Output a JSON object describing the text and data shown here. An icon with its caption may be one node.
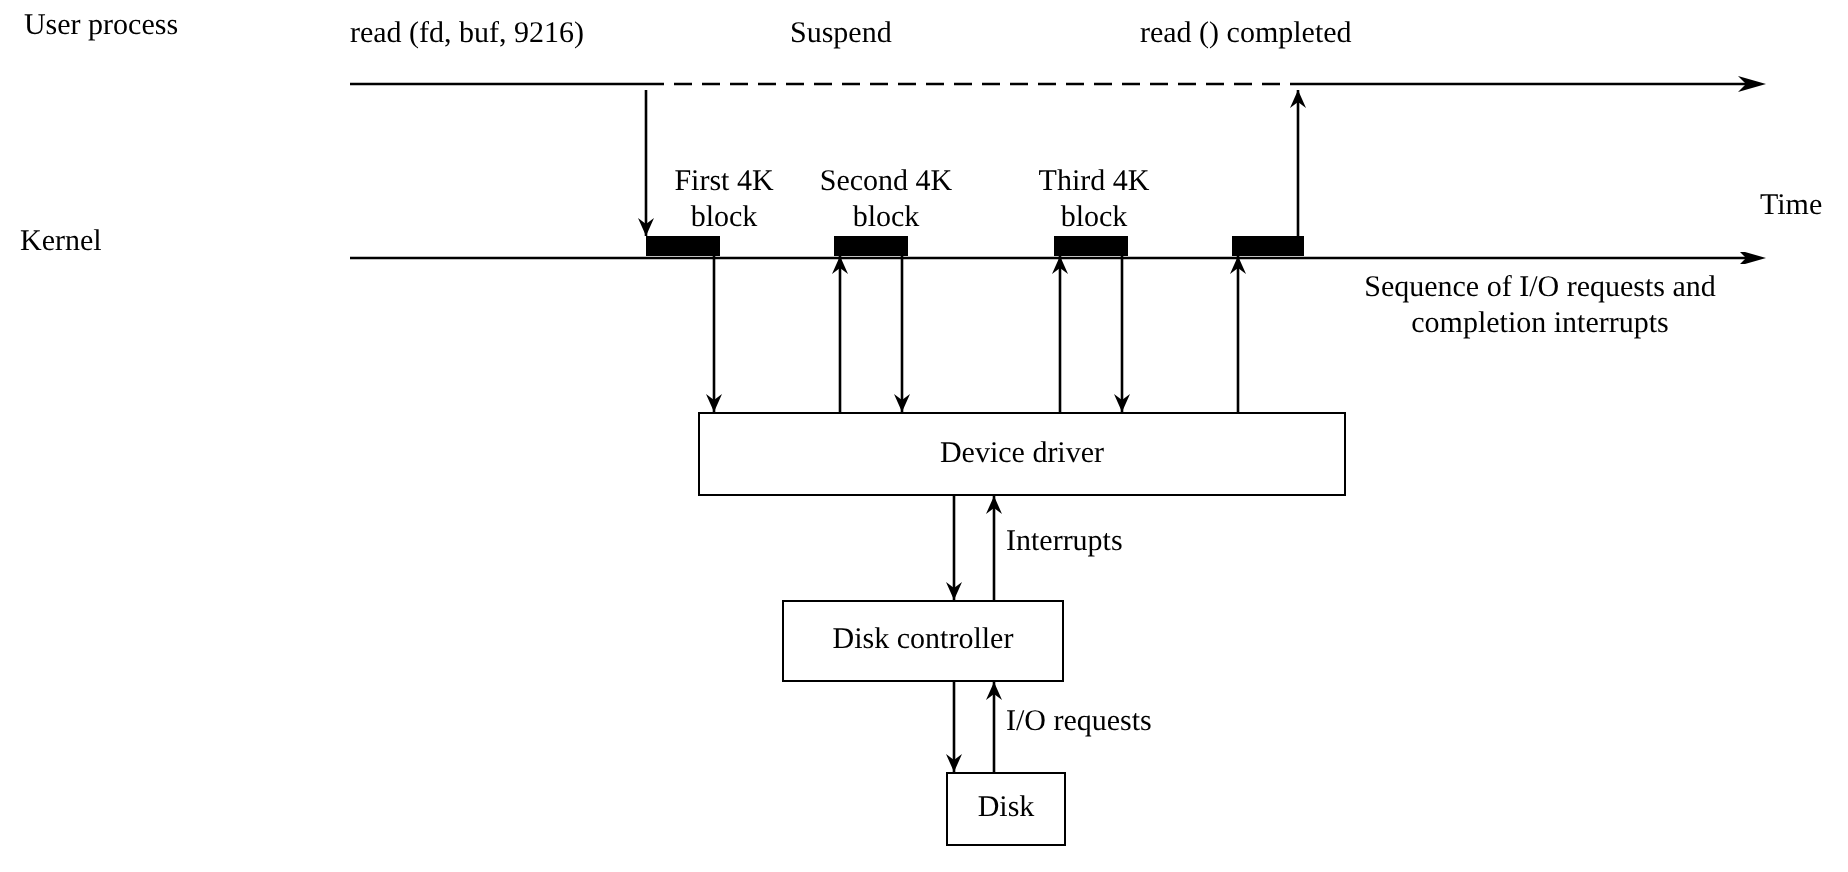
{
  "diagram": {
    "nodes": [
      {
        "text": [],
        "shape": "line"
      },
      {
        "text": [],
        "shape": "line"
      },
      {
        "text": [],
        "shape": "bar",
        "beside": [
          "First 4K block"
        ]
      },
      {
        "text": [],
        "shape": "bar",
        "beside": [
          "Second 4K block"
        ]
      },
      {
        "text": [],
        "shape": "bar",
        "beside": [
          "Third 4K block"
        ]
      },
      {
        "text": [],
        "shape": "bar"
      },
      {
        "text": [
          "Device driver"
        ]
      },
      {
        "text": [
          "Disk controller"
        ]
      },
      {
        "text": [
          "Disk"
        ]
      }
    ],
    "edges": [
      {
        "from": 0,
        "to": 2,
        "arrow": "to"
      },
      {
        "from": 2,
        "to": 6,
        "arrow": "to"
      },
      {
        "from": 6,
        "to": 3,
        "arrow": "to"
      },
      {
        "from": 3,
        "to": 6,
        "arrow": "to"
      },
      {
        "from": 6,
        "to": 4,
        "arrow": "to"
      },
      {
        "from": 4,
        "to": 6,
        "arrow": "to"
      },
      {
        "from": 6,
        "to": 5,
        "arrow": "to"
      },
      {
        "from": 5,
        "to": 0,
        "arrow": "to"
      },
      {
        "from": 6,
        "to": 7,
        "arrow": "to"
      },
      {
        "from": 7,
        "to": 6,
        "arrow": "to",
        "label": "Interrupts"
      },
      {
        "from": 7,
        "to": 8,
        "arrow": "to"
      },
      {
        "from": 8,
        "to": 7,
        "arrow": "to",
        "label": "I/O requests"
      }
    ],
    "labels": [
      "User process",
      "read (fd, buf, 9216)",
      "Suspend",
      "read () completed",
      "Kernel",
      "Time",
      "Sequence of I/O requests and completion interrupts"
    ]
  }
}
